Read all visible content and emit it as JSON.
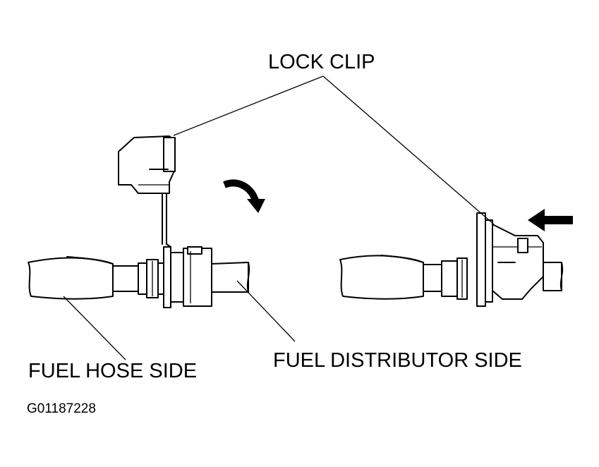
{
  "labels": {
    "lock_clip": "LOCK CLIP",
    "fuel_hose_side": "FUEL HOSE SIDE",
    "fuel_distributor_side": "FUEL DISTRIBUTOR SIDE",
    "figure_id": "G01187228"
  },
  "icons": {
    "rotate_arrow": "curved-arrow-icon",
    "push_arrow": "push-arrow-icon"
  },
  "colors": {
    "ink": "#000000",
    "paper": "#ffffff"
  }
}
